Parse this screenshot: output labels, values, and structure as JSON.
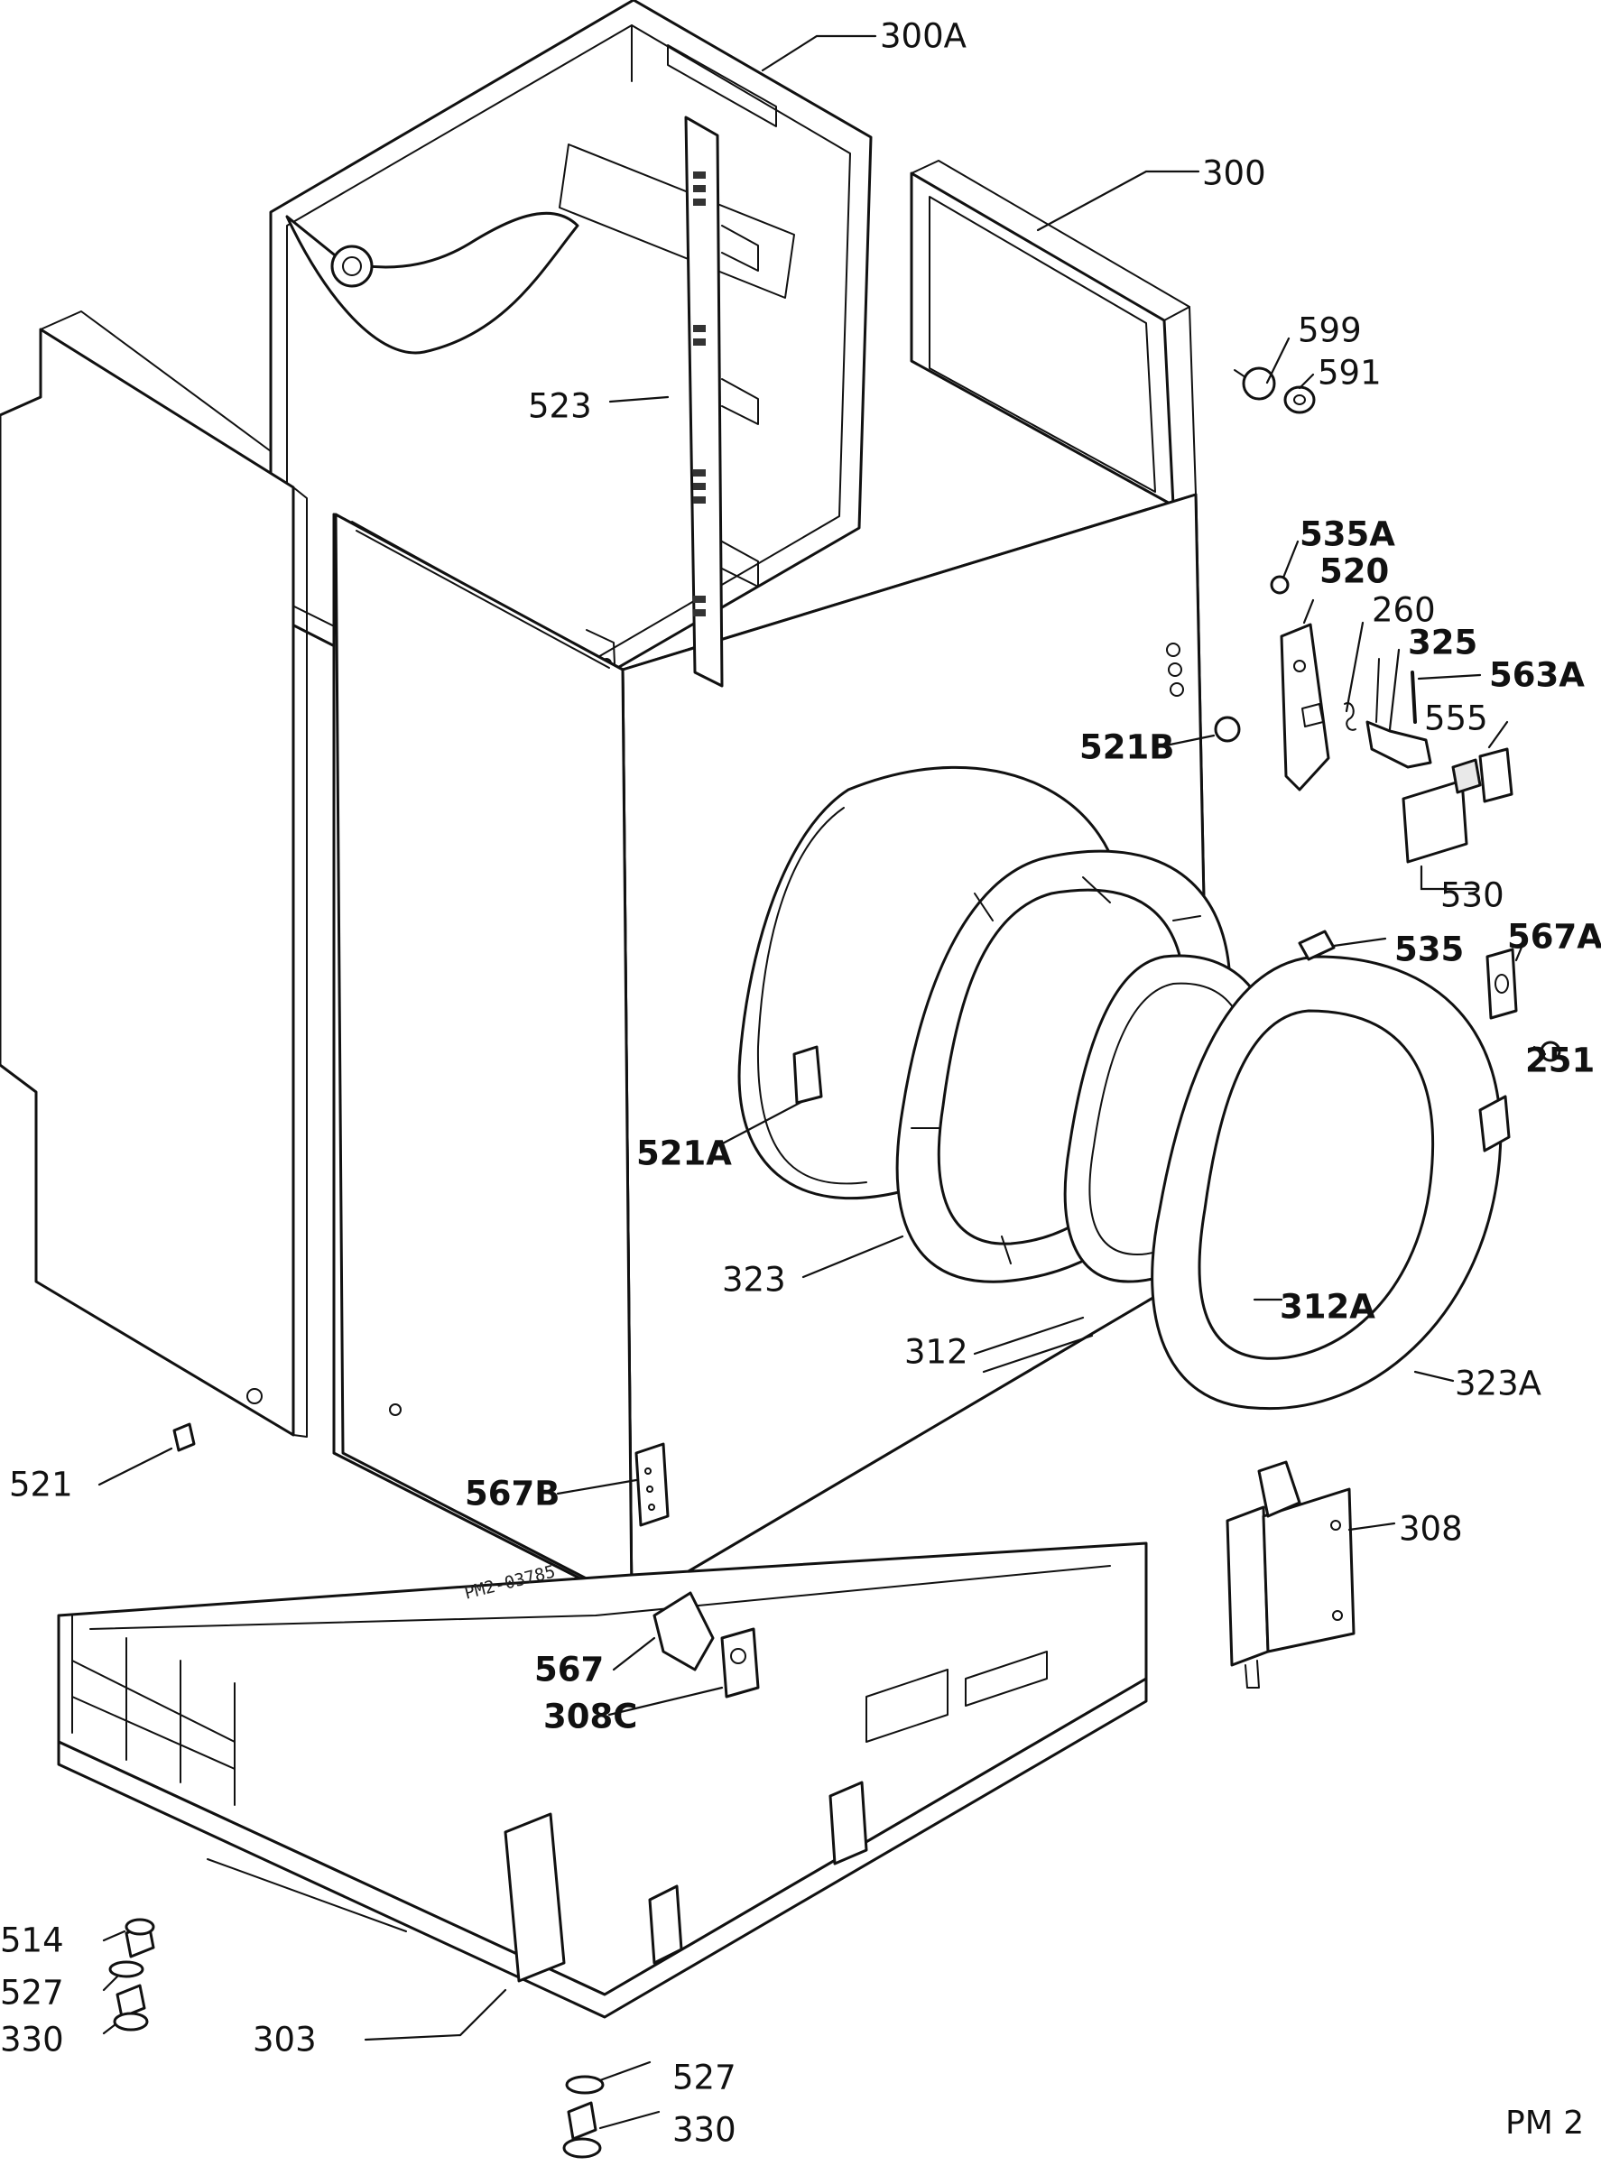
{
  "labels": {
    "c300A": "300A",
    "c300": "300",
    "c599": "599",
    "c591": "591",
    "c523": "523",
    "c535A": "535A",
    "c520": "520",
    "c260": "260",
    "c325": "325",
    "c563A": "563A",
    "c555": "555",
    "c521B": "521B",
    "c530": "530",
    "c535": "535",
    "c567A": "567A",
    "c251": "251",
    "c521A": "521A",
    "c323": "323",
    "c312A": "312A",
    "c312": "312",
    "c323A": "323A",
    "c521": "521",
    "c567B": "567B",
    "c308": "308",
    "c567": "567",
    "c308C": "308C",
    "c514": "514",
    "c527a": "527",
    "c330a": "330",
    "c303": "303",
    "c527b": "527",
    "c330b": "330"
  },
  "drawing_code": "PM2-03785",
  "sheet_code": "PM 2"
}
